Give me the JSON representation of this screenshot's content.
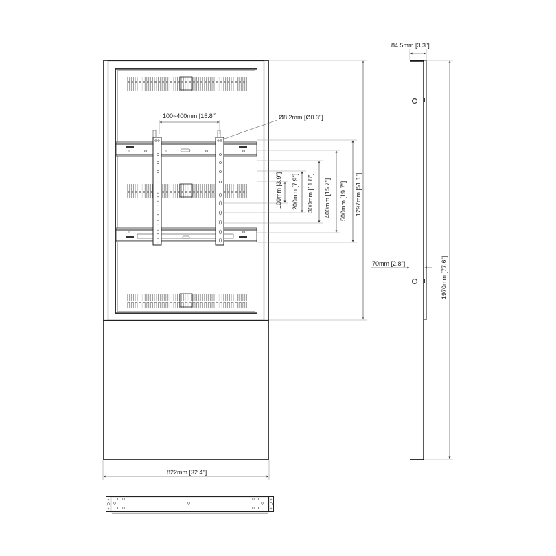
{
  "drawing": {
    "type": "technical dimension drawing",
    "subject": "floor stand display mount",
    "views": [
      "front",
      "side",
      "bottom"
    ]
  },
  "front_view": {
    "top_labels": {
      "vesa_width": "100~400mm [15.8\"]",
      "hole_diameter": "Ø8.2mm [Ø0.3\"]"
    },
    "vertical_dims": [
      {
        "id": "d100",
        "label": "100mm [3.9\"]"
      },
      {
        "id": "d200",
        "label": "200mm [7.9\"]"
      },
      {
        "id": "d300",
        "label": "300mm [11.8\"]"
      },
      {
        "id": "d400",
        "label": "400mm [15.7\"]"
      },
      {
        "id": "d500",
        "label": "500mm [19.7\"]"
      },
      {
        "id": "d1297",
        "label": "1297mm [51.1\"]"
      }
    ],
    "width_label": "822mm [32.4\"]"
  },
  "side_view": {
    "depth_label": "84.5mm [3.3\"]",
    "offset_label": "70mm [2.8\"]",
    "height_label": "1970mm [77.6\"]"
  },
  "colors": {
    "line": "#222222",
    "dim_line": "#888888",
    "background": "#ffffff"
  }
}
